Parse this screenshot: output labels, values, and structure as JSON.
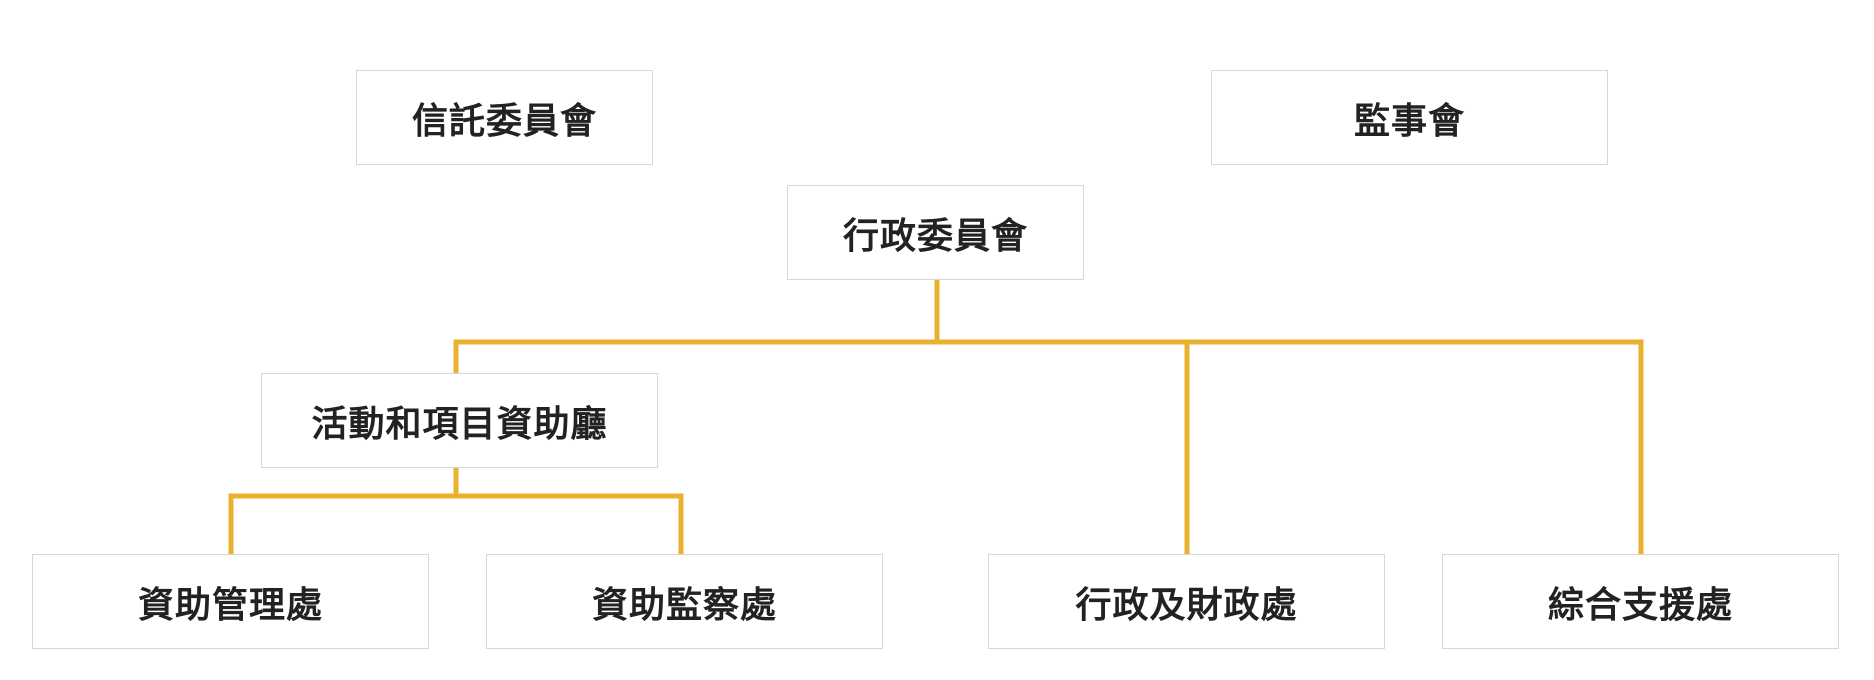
{
  "org_chart": {
    "board_of_trustees": "信託委員會",
    "supervisory_board": "監事會",
    "executive_committee": "行政委員會",
    "grants_hall": "活動和項目資助廳",
    "grant_management": "資助管理處",
    "grant_supervision": "資助監察處",
    "admin_finance": "行政及財政處",
    "general_support": "綜合支援處"
  },
  "colors": {
    "connector": "#e8b22e",
    "box_border": "#d7d7d7",
    "text": "#222222"
  }
}
